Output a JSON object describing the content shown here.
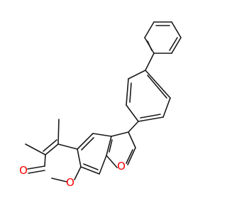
{
  "diagram": {
    "atom_labels": {
      "carbonyl_oxygen": "O",
      "pyranone_ring_oxygen": "O",
      "furan_ring_oxygen": "O"
    },
    "colors": {
      "bond": "#1a1a1a",
      "heteroatom_oxygen": "#ff0000",
      "background": "#ffffff"
    }
  }
}
